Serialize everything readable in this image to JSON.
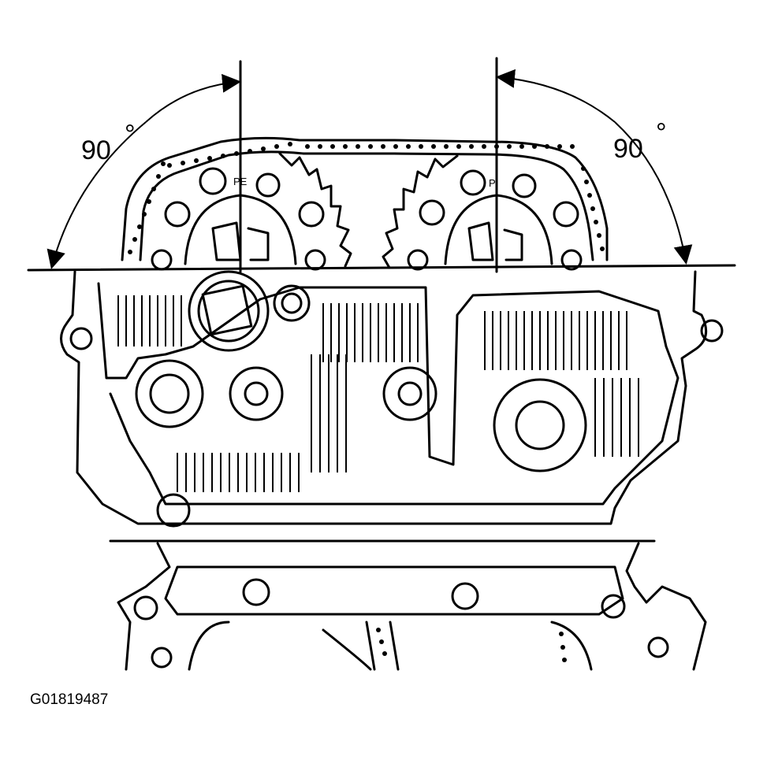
{
  "labels": {
    "left_angle": "90",
    "right_angle": "90",
    "degree_symbol": "°",
    "left_sprocket_mark": "PE",
    "right_sprocket_mark": "PI"
  },
  "figure_id": "G01819487",
  "colors": {
    "line": "#000000",
    "background": "#ffffff"
  }
}
